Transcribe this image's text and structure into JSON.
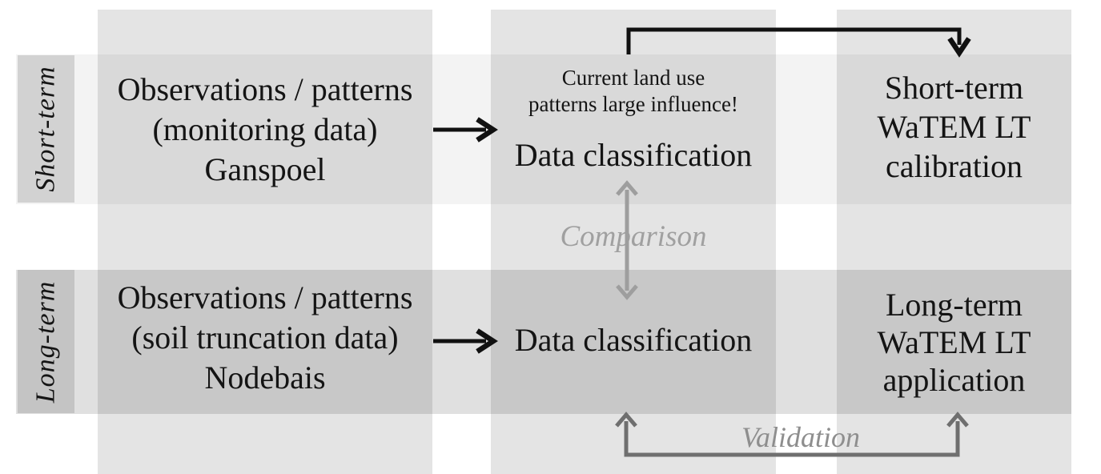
{
  "row_labels": {
    "short": "Short-term",
    "long": "Long-term"
  },
  "boxes": {
    "short_input": {
      "lines": [
        "Observations / patterns",
        "(monitoring data)",
        "Ganspoel"
      ]
    },
    "short_note": {
      "lines": [
        "Current land use",
        "patterns large influence!"
      ]
    },
    "short_process": {
      "title": "Data classification"
    },
    "short_output": {
      "lines": [
        "Short-term",
        "WaTEM LT",
        "calibration"
      ]
    },
    "long_input": {
      "lines": [
        "Observations / patterns",
        "(soil truncation data)",
        "Nodebais"
      ]
    },
    "long_process": {
      "title": "Data classification"
    },
    "long_output": {
      "lines": [
        "Long-term",
        "WaTEM LT",
        "application"
      ]
    }
  },
  "connectors": {
    "comparison": "Comparison",
    "validation": "Validation"
  },
  "colors": {
    "column": "#e4e4e4",
    "band_short": "#f3f3f3",
    "band_long": "#e0e0e0",
    "row_label_short": "#d2d2d2",
    "row_label_long": "#c4c4c4",
    "text_black": "#141414",
    "arrow_black": "#111111",
    "arrow_gray_light": "#9e9e9e",
    "arrow_gray_dark": "#6f6f6f",
    "label_gray_light": "#a0a0a0",
    "label_gray_dark": "#8e8e8e"
  }
}
